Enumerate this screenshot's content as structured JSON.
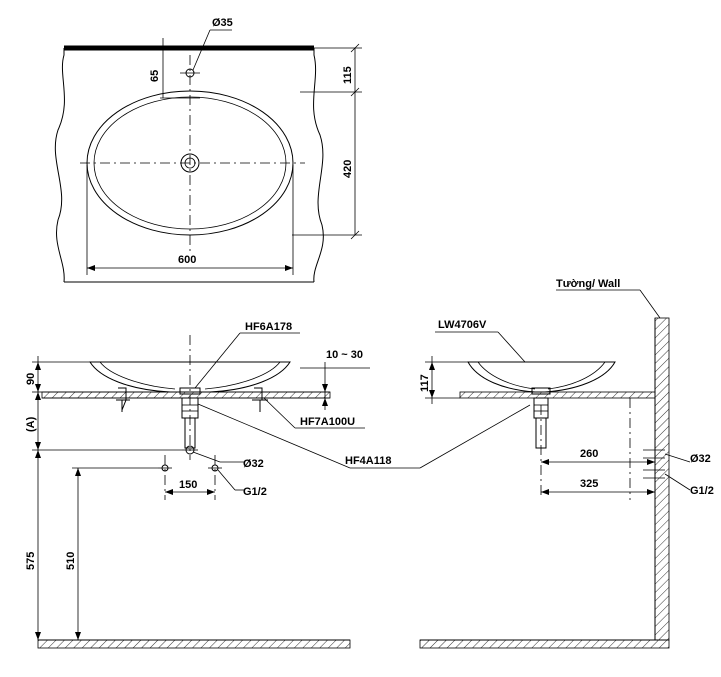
{
  "top_view": {
    "hole_diameter": "Ø35",
    "hole_offset": "65",
    "offset_top": "115",
    "depth": "420",
    "width": "600"
  },
  "side_view_left": {
    "model_popup": "HF6A178",
    "counter_thickness": "10 ~ 30",
    "basin_height": "90",
    "dim_a": "(A)",
    "angle_valve": "HF7A100U",
    "waste_pipe": "Ø32",
    "supply_thread": "G1/2",
    "supply_spacing": "150",
    "height_575": "575",
    "height_510": "510"
  },
  "shared": {
    "trap_model": "HF4A118"
  },
  "side_view_right": {
    "wall_label": "Tường/ Wall",
    "basin_model": "LW4706V",
    "basin_height": "117",
    "dim_260": "260",
    "dim_325": "325",
    "waste_pipe": "Ø32",
    "supply_thread": "G1/2"
  }
}
